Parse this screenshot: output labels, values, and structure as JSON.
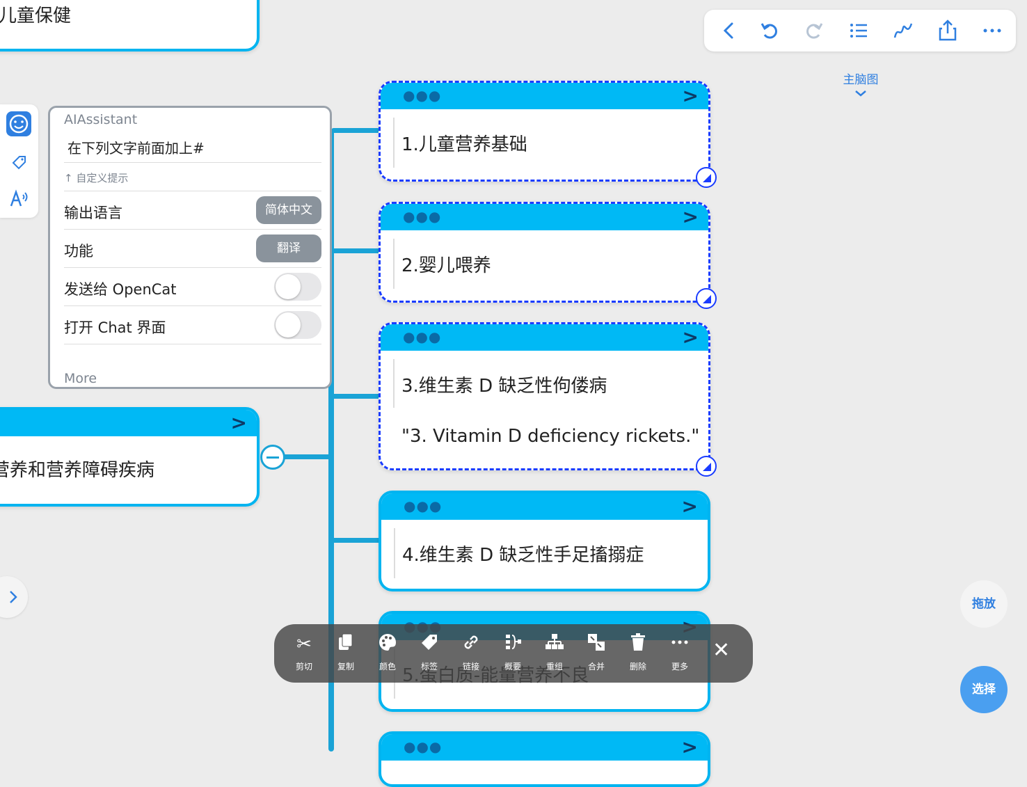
{
  "topToolbar": {
    "icons": [
      "chevron-left-icon",
      "undo-icon",
      "redo-icon",
      "list-icon",
      "pen-scribble-icon",
      "share-icon",
      "more-icon"
    ],
    "view_label": "主脑图"
  },
  "leftStrip": {
    "icons": [
      "smiley-icon",
      "tag-icon",
      "text-speech-icon"
    ]
  },
  "aiPanel": {
    "title": "AIAssistant",
    "prompt": "在下列文字前面加上#",
    "hint": "↑ 自定义提示",
    "rows": [
      {
        "label": "输出语言",
        "value": "简体中文"
      },
      {
        "label": "功能",
        "value": "翻译"
      },
      {
        "label": "发送给 OpenCat"
      },
      {
        "label": "打开 Chat 界面"
      }
    ],
    "more": "More"
  },
  "nodes": {
    "top_left": "儿童保健",
    "mid_left": "营养和营养障碍疾病",
    "n1": "1.儿童营养基础",
    "n2": "2.婴儿喂养",
    "n3": "3.维生素 D 缺乏性佝偻病",
    "n3_note": "\"3. Vitamin D deficiency rickets.\"",
    "n4": "4.维生素 D 缺乏性手足搐搦症",
    "n5": "5.蛋白质-能量营养不良"
  },
  "editBar": {
    "items": [
      {
        "icon": "scissors-icon",
        "label": "剪切"
      },
      {
        "icon": "copy-icon",
        "label": "复制"
      },
      {
        "icon": "palette-icon",
        "label": "颜色"
      },
      {
        "icon": "tag-icon",
        "label": "标签"
      },
      {
        "icon": "link-icon",
        "label": "链接"
      },
      {
        "icon": "summary-icon",
        "label": "概要"
      },
      {
        "icon": "regroup-icon",
        "label": "重组"
      },
      {
        "icon": "merge-icon",
        "label": "合并"
      },
      {
        "icon": "trash-icon",
        "label": "删除"
      },
      {
        "icon": "more-icon",
        "label": "更多"
      }
    ],
    "close": "✕"
  },
  "rightButtons": {
    "drag": "拖放",
    "select": "选择"
  },
  "colors": {
    "node_header": "#00b9f5",
    "selection": "#1a3cff",
    "connector": "#1aa3d6",
    "accent": "#2f7fe0"
  }
}
